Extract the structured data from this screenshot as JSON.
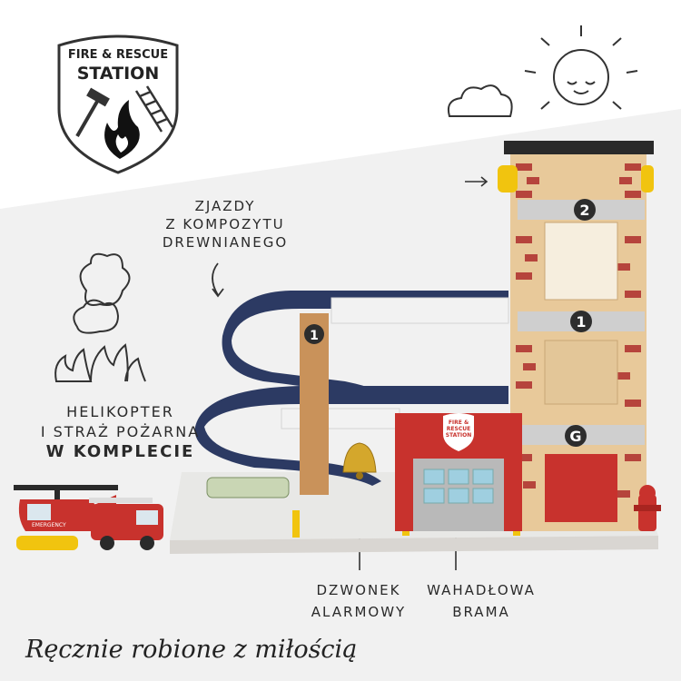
{
  "badge": {
    "line1": "FIRE & RESCUE",
    "line2": "STATION"
  },
  "callouts": {
    "ramps": [
      "ZJAZDY",
      "Z KOMPOZYTU",
      "DREWNIANEGO"
    ],
    "helicopter": [
      "HELIKOPTER",
      "I STRAŻ POŻARNA",
      "W KOMPLECIE"
    ],
    "bell": [
      "DZWONEK",
      "ALARMOWY"
    ],
    "gate": [
      "WAHADŁOWA",
      "BRAMA"
    ]
  },
  "tagline": "Ręcznie robione z miłością",
  "floors": [
    "2",
    "1",
    "G",
    "1"
  ],
  "toy_labels": {
    "mini_badge": "FIRE & RESCUE STATION",
    "helicopter_text": "EMERGENCY"
  },
  "colors": {
    "red": "#c8322d",
    "navy": "#2c3a63",
    "wood": "#e8c99a",
    "brick": "#b6443c"
  }
}
